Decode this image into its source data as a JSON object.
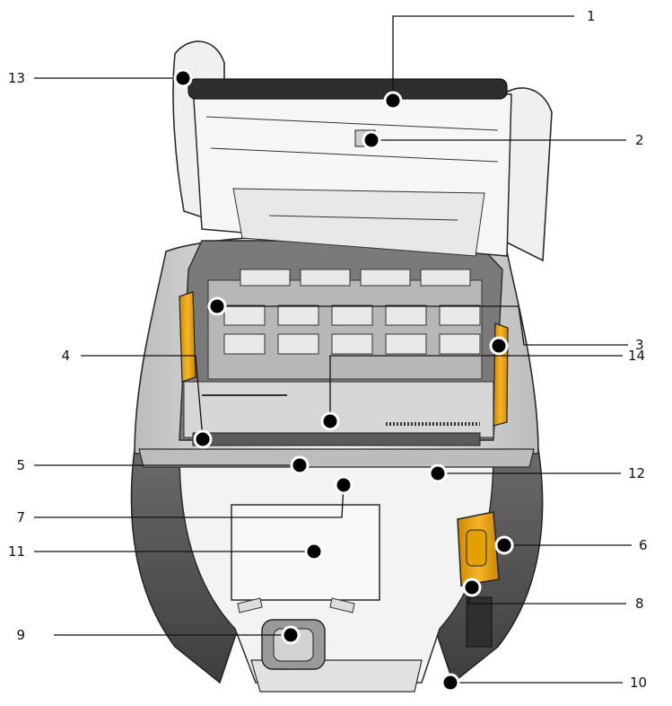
{
  "callouts": [
    {
      "id": "1",
      "label": "1"
    },
    {
      "id": "2",
      "label": "2"
    },
    {
      "id": "3",
      "label": "3"
    },
    {
      "id": "4",
      "label": "4"
    },
    {
      "id": "5",
      "label": "5"
    },
    {
      "id": "6",
      "label": "6"
    },
    {
      "id": "7",
      "label": "7"
    },
    {
      "id": "8",
      "label": "8"
    },
    {
      "id": "9",
      "label": "9"
    },
    {
      "id": "10",
      "label": "10"
    },
    {
      "id": "11",
      "label": "11"
    },
    {
      "id": "12",
      "label": "12"
    },
    {
      "id": "13",
      "label": "13"
    },
    {
      "id": "14",
      "label": "14"
    }
  ],
  "colors": {
    "outline": "#2a2a2a",
    "body_light": "#f2f2f2",
    "body_mid": "#d9d9d9",
    "body_dark": "#8c8c8c",
    "rubber": "#5a5a5a",
    "latch": "#f2a900",
    "callout": "#000000"
  }
}
